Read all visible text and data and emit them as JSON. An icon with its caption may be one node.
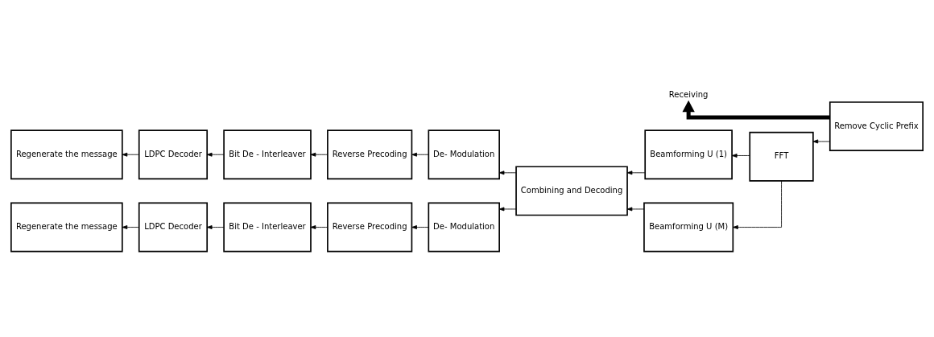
{
  "diagram": {
    "nodes": [
      {
        "text": [
          "Regenerate the message"
        ]
      },
      {
        "text": [
          "LDPC Decoder"
        ]
      },
      {
        "text": [
          "Bit De - Interleaver"
        ]
      },
      {
        "text": [
          "Reverse Precoding"
        ]
      },
      {
        "text": [
          "De- Modulation"
        ]
      },
      {
        "text": [
          "Beamforming U (1)"
        ]
      },
      {
        "text": [
          "Receiving"
        ]
      },
      {
        "text": [
          "Combining and Decoding"
        ]
      },
      {
        "text": [
          "FFT"
        ]
      },
      {
        "text": [
          "Remove Cyclic Prefix"
        ]
      },
      {
        "text": [
          "Regenerate the message"
        ]
      },
      {
        "text": [
          "LDPC Decoder"
        ]
      },
      {
        "text": [
          "Bit De - Interleaver"
        ]
      },
      {
        "text": [
          "Reverse Precoding"
        ]
      },
      {
        "text": [
          "De- Modulation"
        ]
      },
      {
        "text": [
          "Beamforming U (M)"
        ]
      }
    ],
    "edges": [
      {
        "from": 9,
        "to": 6,
        "arrow": "to",
        "style": "thick"
      },
      {
        "from": 9,
        "to": 8,
        "arrow": "to"
      },
      {
        "from": 8,
        "to": 5,
        "arrow": "to"
      },
      {
        "from": 8,
        "to": 15,
        "arrow": "to"
      },
      {
        "from": 5,
        "to": 7,
        "arrow": "to"
      },
      {
        "from": 15,
        "to": 7,
        "arrow": "to"
      },
      {
        "from": 7,
        "to": 4,
        "arrow": "to"
      },
      {
        "from": 7,
        "to": 14,
        "arrow": "to"
      },
      {
        "from": 4,
        "to": 3,
        "arrow": "to"
      },
      {
        "from": 3,
        "to": 2,
        "arrow": "to"
      },
      {
        "from": 2,
        "to": 1,
        "arrow": "to"
      },
      {
        "from": 1,
        "to": 0,
        "arrow": "to"
      },
      {
        "from": 14,
        "to": 13,
        "arrow": "to"
      },
      {
        "from": 13,
        "to": 12,
        "arrow": "to"
      },
      {
        "from": 12,
        "to": 11,
        "arrow": "to"
      },
      {
        "from": 11,
        "to": 10,
        "arrow": "to"
      }
    ]
  }
}
